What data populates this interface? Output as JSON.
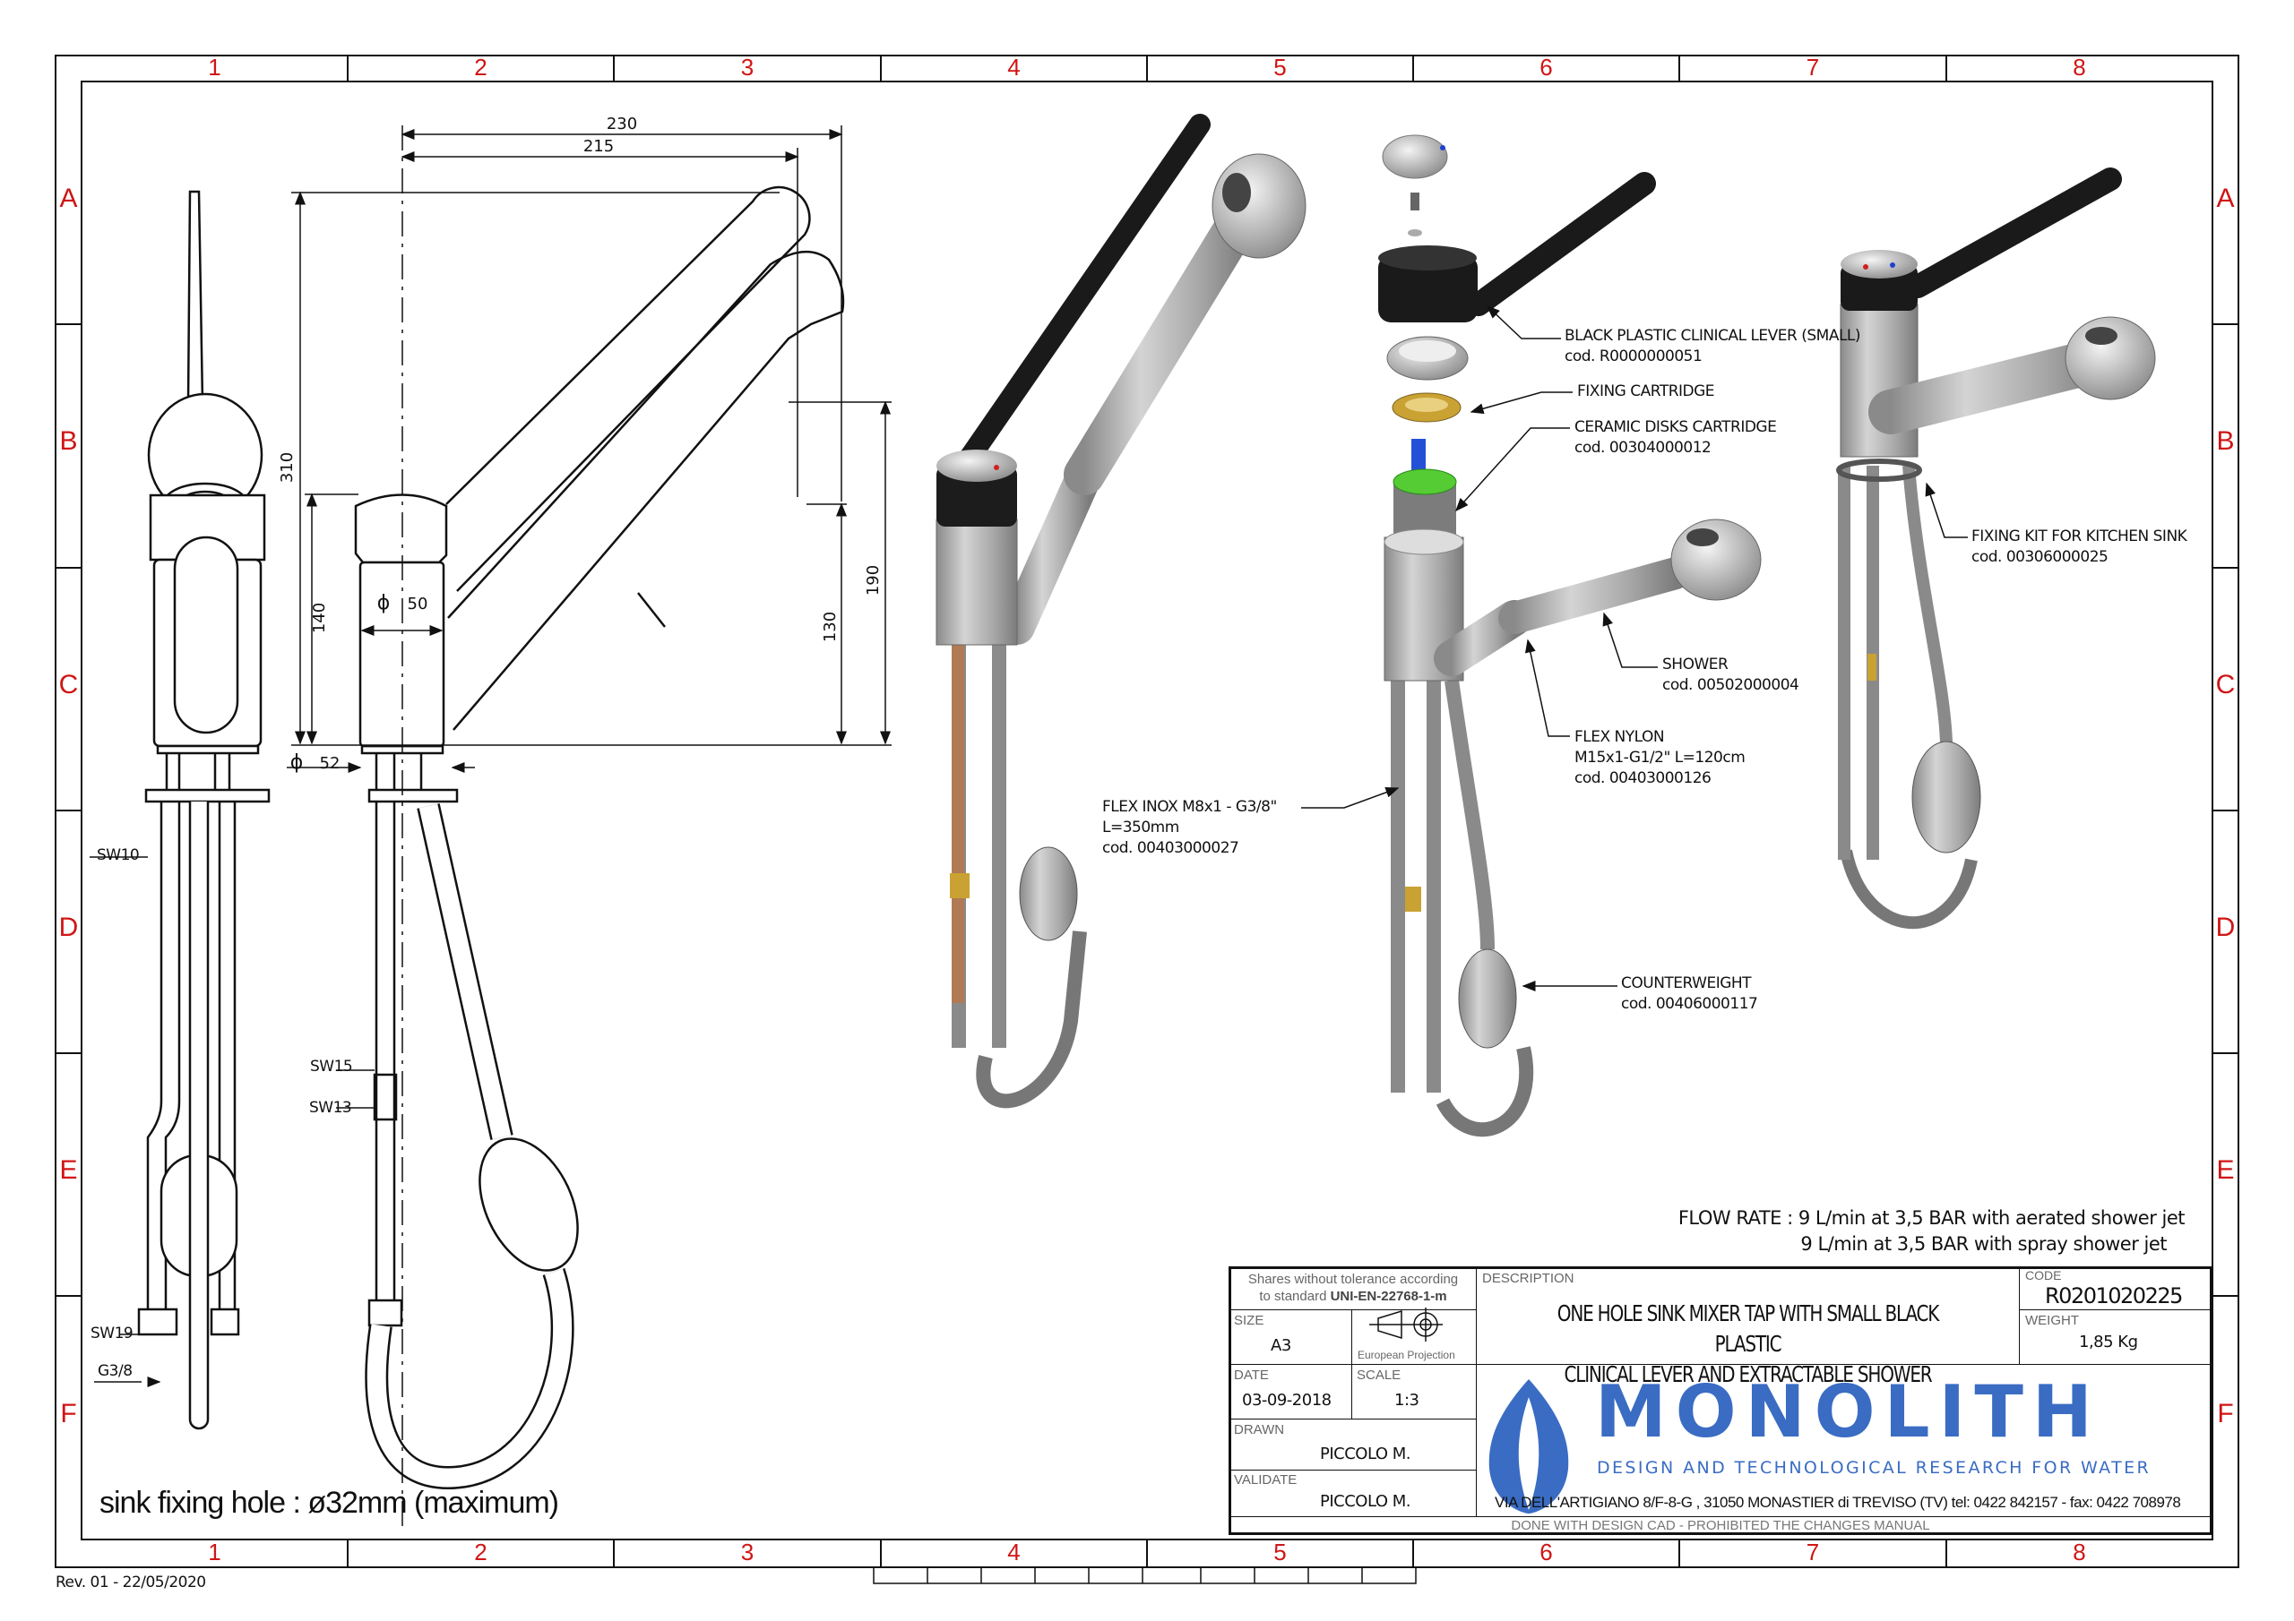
{
  "frame": {
    "columns": [
      "1",
      "2",
      "3",
      "4",
      "5",
      "6",
      "7",
      "8"
    ],
    "rows": [
      "A",
      "B",
      "C",
      "D",
      "E",
      "F"
    ],
    "revision": "Rev. 01 - 22/05/2020"
  },
  "dimensions": {
    "d230": "230",
    "d215": "215",
    "d310": "310",
    "d140": "140",
    "d190": "190",
    "d130": "130",
    "d50": "50",
    "d52": "52",
    "phi": "ϕ"
  },
  "annotations": {
    "sw10": "SW10",
    "sw15": "SW15",
    "sw13": "SW13",
    "sw19": "SW19",
    "g38": "G3/8",
    "sink_hole": "sink fixing hole : ø32mm (maximum)"
  },
  "callouts": {
    "lever": {
      "name": "BLACK PLASTIC CLINICAL LEVER (SMALL)",
      "code": "cod. R0000000051"
    },
    "fixing_cartridge": {
      "name": "FIXING CARTRIDGE"
    },
    "ceramic": {
      "name": "CERAMIC DISKS CARTRIDGE",
      "code": "cod. 00304000012"
    },
    "fixing_kit": {
      "name": "FIXING KIT FOR KITCHEN SINK",
      "code": "cod. 00306000025"
    },
    "shower": {
      "name": "SHOWER",
      "code": "cod. 00502000004"
    },
    "flex_nylon": {
      "name": "FLEX NYLON",
      "spec": "M15x1-G1/2\" L=120cm",
      "code": "cod. 00403000126"
    },
    "flex_inox": {
      "name": "FLEX INOX M8x1 - G3/8\"",
      "spec": "L=350mm",
      "code": "cod. 00403000027"
    },
    "counterweight": {
      "name": "COUNTERWEIGHT",
      "code": "cod. 00406000117"
    }
  },
  "flow_rate": {
    "line1": "FLOW RATE : 9 L/min at 3,5 BAR with aerated shower jet",
    "line2": "9 L/min at 3,5 BAR with spray shower jet"
  },
  "title_block": {
    "tolerance_line1": "Shares without tolerance according",
    "tolerance_line2": "to standard",
    "tolerance_standard": "UNI-EN-22768-1-m",
    "size_label": "SIZE",
    "size": "A3",
    "projection": "European Projection",
    "date_label": "DATE",
    "date": "03-09-2018",
    "scale_label": "SCALE",
    "scale": "1:3",
    "drawn_label": "DRAWN",
    "drawn": "PICCOLO M.",
    "validate_label": "VALIDATE",
    "validate": "PICCOLO M.",
    "description_label": "DESCRIPTION",
    "description_line1": "ONE HOLE SINK MIXER TAP WITH SMALL BLACK PLASTIC",
    "description_line2": "CLINICAL LEVER AND EXTRACTABLE SHOWER",
    "code_label": "CODE",
    "code": "R0201020225",
    "weight_label": "WEIGHT",
    "weight": "1,85 Kg",
    "brand": "MONOLITH",
    "tagline": "DESIGN AND TECHNOLOGICAL RESEARCH FOR WATER",
    "address": "VIA DELL'ARTIGIANO 8/F-8-G , 31050 MONASTIER di TREVISO (TV) tel: 0422 842157 - fax: 0422 708978",
    "footer": "DONE WITH DESIGN CAD - PROHIBITED THE CHANGES MANUAL",
    "brand_color": "#3a6cc3"
  }
}
